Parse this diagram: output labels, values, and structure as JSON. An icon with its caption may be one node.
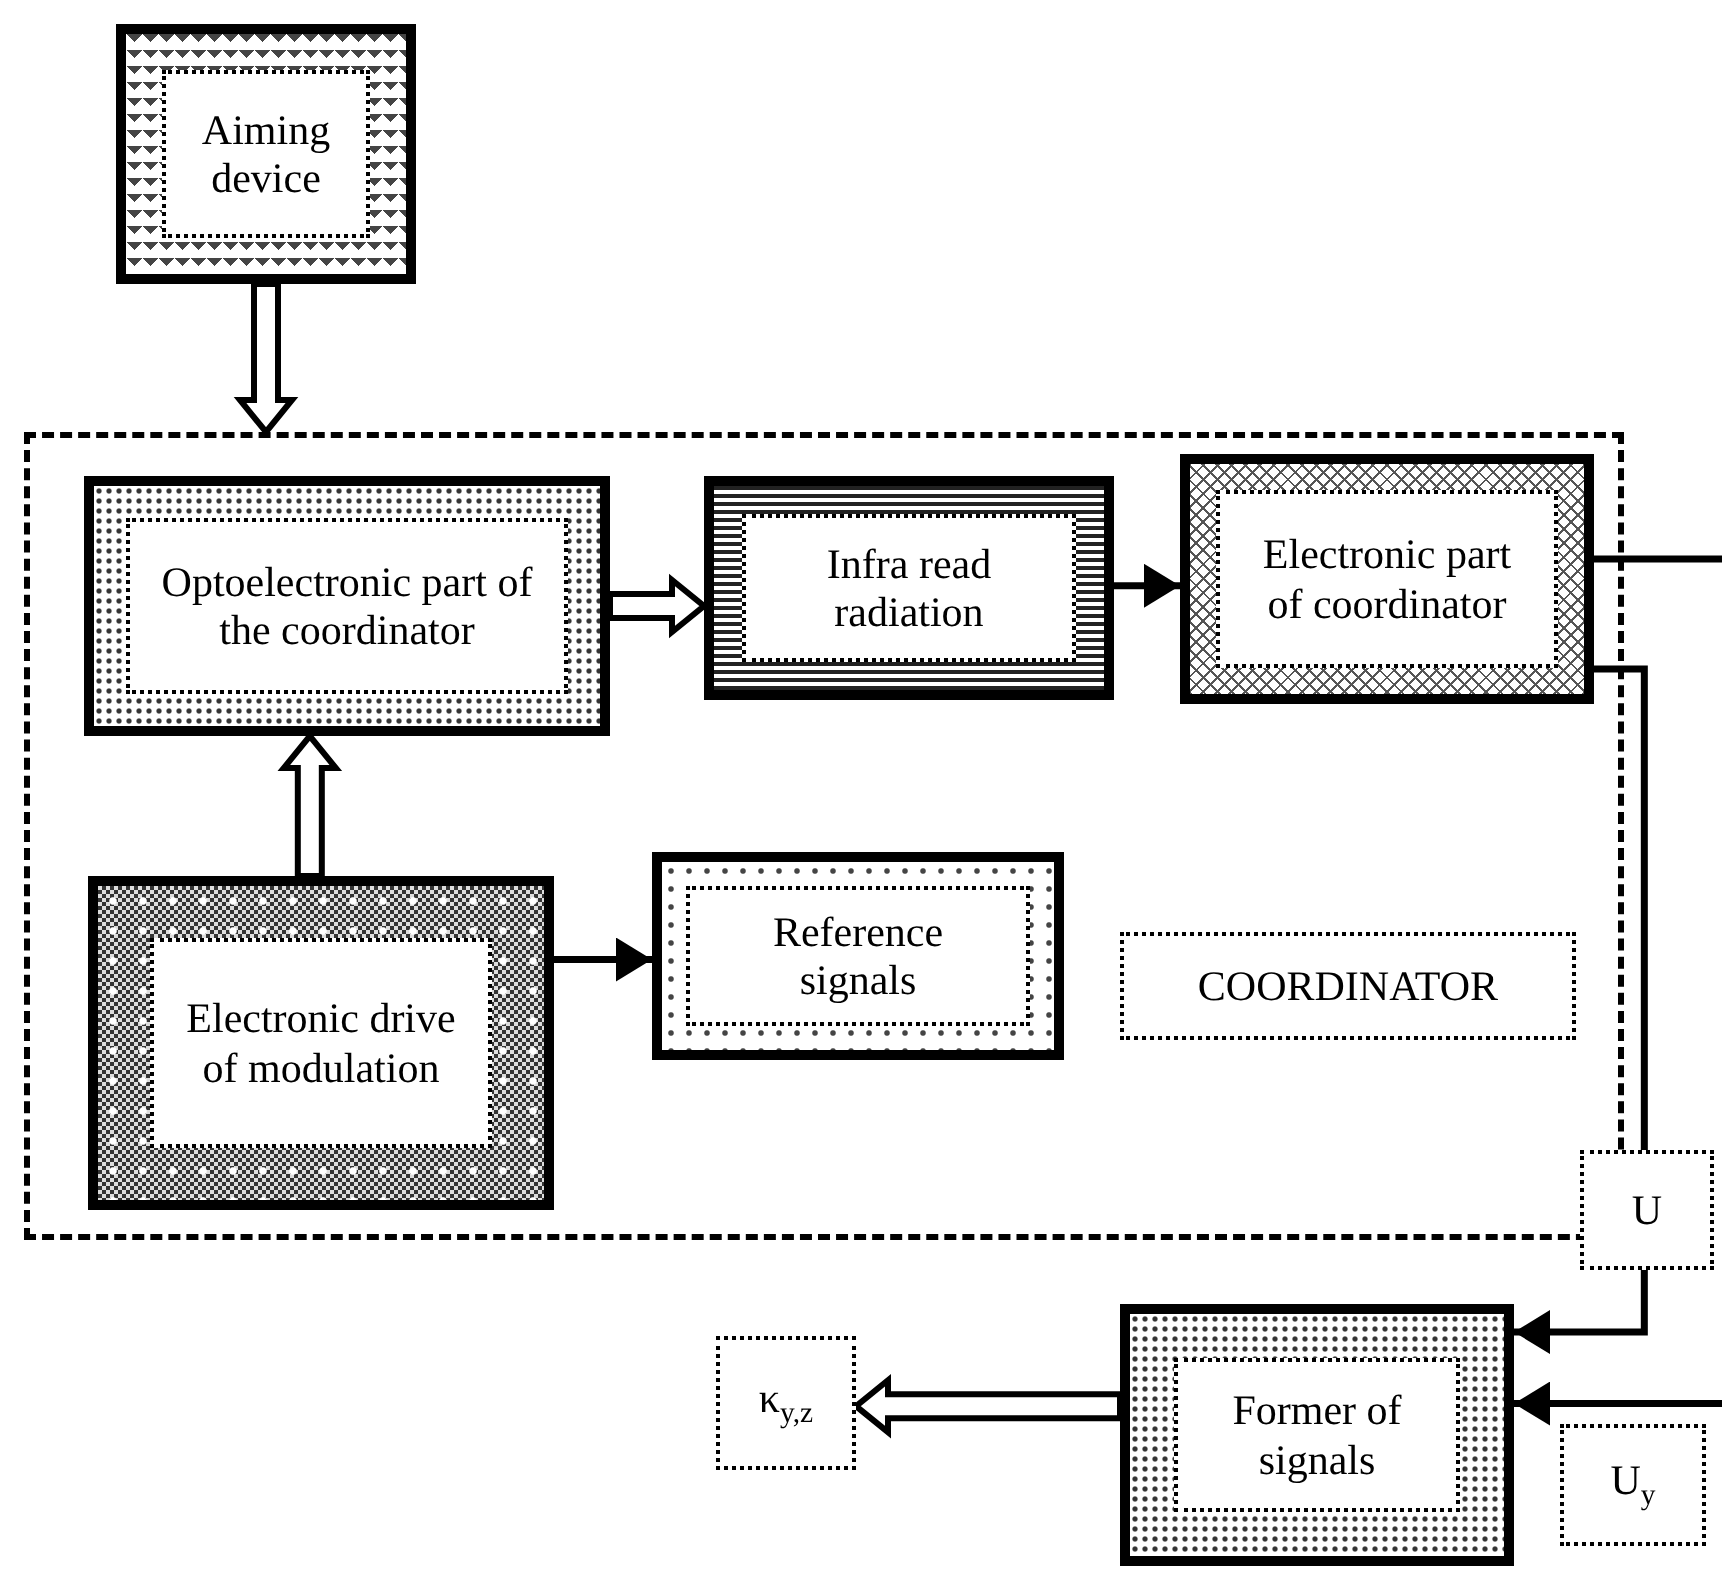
{
  "diagram": {
    "nodes": [
      {
        "text": [
          "Aiming device"
        ]
      },
      {
        "text": [],
        "shape": "box"
      },
      {
        "text": [
          "Optoelectronic part of the coordinator"
        ],
        "in": 1
      },
      {
        "text": [
          "Infra read radiation"
        ],
        "in": 1
      },
      {
        "text": [
          "Electronic part of coordinator"
        ],
        "in": 1
      },
      {
        "text": [
          "Electronic drive of modulation"
        ],
        "in": 1
      },
      {
        "text": [
          "Reference signals"
        ],
        "in": 1
      },
      {
        "text": [
          "COORDINATOR"
        ],
        "in": 1
      },
      {
        "text": [
          "U"
        ]
      },
      {
        "text": [
          "κ$_{y,z}$"
        ]
      },
      {
        "text": [
          "Former of signals"
        ]
      },
      {
        "text": [
          "U$_{y}$"
        ]
      }
    ],
    "edges": [
      {
        "from": 0,
        "to": 1,
        "arrow": "to",
        "style": "thick"
      },
      {
        "from": 5,
        "to": 2,
        "arrow": "to",
        "style": "thick"
      },
      {
        "from": 2,
        "to": 3,
        "arrow": "to",
        "style": "thick"
      },
      {
        "from": 3,
        "to": 4,
        "arrow": "to"
      },
      {
        "from": 5,
        "to": 6,
        "arrow": "to"
      },
      {
        "from": 4,
        "to": null,
        "arrow": "none"
      },
      {
        "from": 4,
        "to": 8,
        "arrow": "none"
      },
      {
        "from": 8,
        "to": 10,
        "arrow": "to"
      },
      {
        "from": null,
        "to": 10,
        "arrow": "to"
      },
      {
        "from": 10,
        "to": 9,
        "arrow": "to",
        "style": "thick"
      }
    ]
  }
}
